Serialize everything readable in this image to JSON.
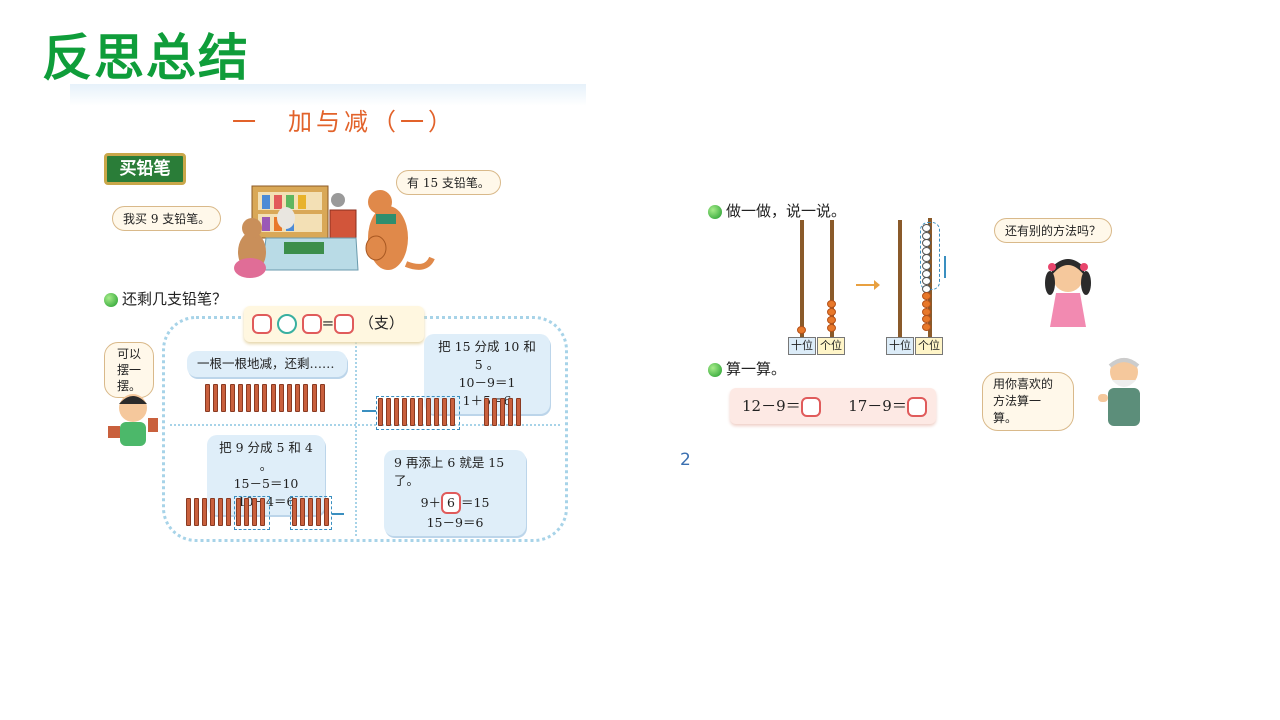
{
  "slide_title": "反思总结",
  "textbook": {
    "chapter_title": "一　加与减（一）",
    "lesson_tag": "买铅笔",
    "bubble_buy": "我买 9 支铅笔。",
    "bubble_have": "有 15 支铅笔。",
    "question": "还剩几支铅笔？",
    "equation_unit": "（支）",
    "equation_ops": "=",
    "boy_bubble": "可以摆一摆。",
    "methods": {
      "m1": "一根一根地减，还剩……",
      "m2": [
        "把 15 分成 10 和 5 。",
        "10－9＝1",
        "1＋5＝6"
      ],
      "m3": [
        "把 9 分成 5 和 4 。",
        "15－5＝10",
        "10－4＝6"
      ],
      "m4_intro": "9 再添上 6 就是 15 了。",
      "m4_eq1_left": "9＋",
      "m4_eq1_box": "6",
      "m4_eq1_right": "＝15",
      "m4_eq2": "15－9＝6"
    }
  },
  "activity": {
    "do_say": "做一做，说一说。",
    "abacus_tens": "十位",
    "abacus_ones": "个位",
    "girl_bubble": "还有别的方法吗？",
    "calc_heading": "算一算。",
    "calc_items": [
      "12－9＝",
      "17－9＝"
    ],
    "grandpa_bubble": "用你喜欢的方法算一算。"
  },
  "page_number": "2",
  "colors": {
    "title_green": "#0f9d3a",
    "chapter_orange": "#e2622a",
    "rod_red": "#c9603d",
    "bead_orange": "#e8782a",
    "answer_red": "#e05b5b"
  }
}
